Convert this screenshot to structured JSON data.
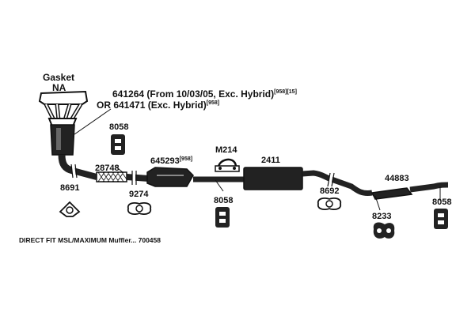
{
  "colors": {
    "part_fill": "#222222",
    "outline": "#111111",
    "background": "#ffffff"
  },
  "labels": {
    "gasket_line1": "Gasket",
    "gasket_line2": "NA",
    "manifold_line1_main": "641264 (From 10/03/05, Exc. Hybrid)",
    "manifold_line1_sup": "[958][15]",
    "manifold_line2_main": "OR 641471 (Exc. Hybrid)",
    "manifold_line2_sup": "[958]",
    "hanger_top": "8058",
    "flex_pipe": "28748",
    "flange_left": "8691",
    "gasket_9274": "9274",
    "converter_main": "645293",
    "converter_sup": "[958]",
    "clamp": "M214",
    "hanger_mid": "8058",
    "resonator": "2411",
    "flange_right": "8692",
    "tailpipe": "44883",
    "hanger_8233": "8233",
    "hanger_right": "8058",
    "footer_note": "DIRECT FIT MSL/MAXIMUM Muffler... 700458"
  }
}
